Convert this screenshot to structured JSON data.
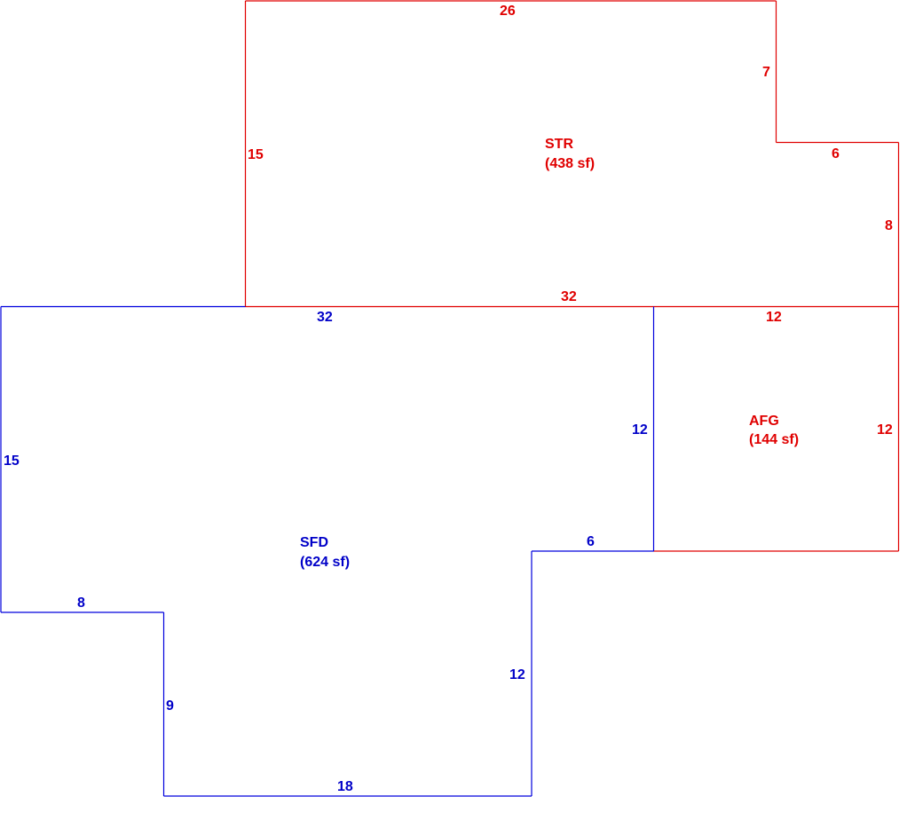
{
  "areas": {
    "str": {
      "code": "STR",
      "area": "(438 sf)",
      "color": "#e00000",
      "dimensions": [
        "26",
        "7",
        "6",
        "8",
        "32",
        "15"
      ]
    },
    "afg": {
      "code": "AFG",
      "area": "(144 sf)",
      "color": "#e00000",
      "dimensions": [
        "12",
        "12"
      ]
    },
    "sfd": {
      "code": "SFD",
      "area": "(624 sf)",
      "color": "#0000c8",
      "dimensions": [
        "32",
        "12",
        "6",
        "12",
        "18",
        "9",
        "8",
        "15"
      ]
    }
  }
}
